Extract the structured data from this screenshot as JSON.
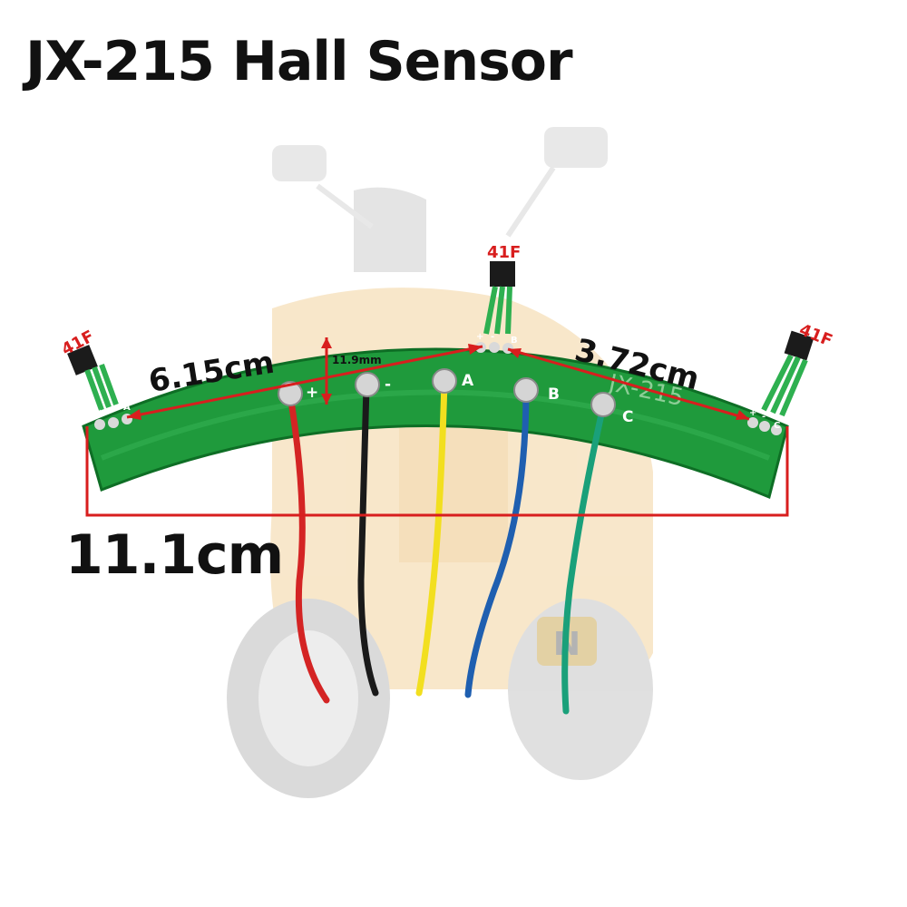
{
  "title": "JX-215 Hall Sensor",
  "board": {
    "silkscreen": "JX-215",
    "sensor_marking": "41F",
    "pad_labels": [
      "+",
      "-",
      "A",
      "B",
      "C"
    ],
    "sensor_pin_labels": {
      "left": [
        "+",
        "-",
        "A"
      ],
      "center": [
        "+",
        "-",
        "B"
      ],
      "right": [
        "+",
        "-",
        "C"
      ]
    }
  },
  "dimensions": {
    "total_width": "11.1cm",
    "left_to_center": "6.15cm",
    "center_to_right": "3.72cm",
    "arc_height": "11.9mm"
  },
  "wires": [
    {
      "label": "+",
      "color": "#d42424"
    },
    {
      "label": "-",
      "color": "#1a1a1a"
    },
    {
      "label": "A",
      "color": "#f2df1f"
    },
    {
      "label": "B",
      "color": "#1f5fb0"
    },
    {
      "label": "C",
      "color": "#1aa07a"
    }
  ],
  "colors": {
    "pcb": "#1f9a3c",
    "pcb_edge": "#0e6e25",
    "dimension_line": "#d81e1e",
    "label_red": "#d81e1e",
    "scooter_watermark": "#f3d4a0"
  }
}
